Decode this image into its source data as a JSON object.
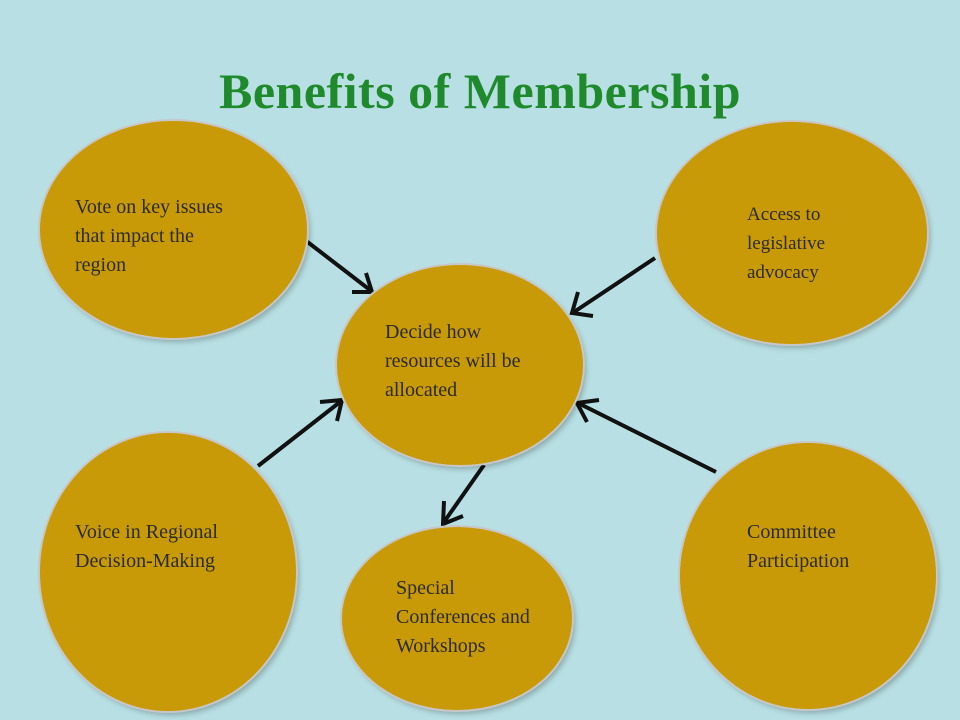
{
  "title": "Benefits of Membership",
  "colors": {
    "background": "#b8e0e4",
    "node_fill": "#c99a07",
    "title": "#1e8a2b",
    "arrow": "#111111"
  },
  "nodes": {
    "center": {
      "lines": [
        "Decide how",
        "resources will be",
        "allocated"
      ]
    },
    "vote": {
      "lines": [
        "Vote on key issues",
        "that impact the",
        "region"
      ]
    },
    "access": {
      "lines": [
        "Access to",
        "legislative",
        "advocacy"
      ]
    },
    "voice": {
      "lines": [
        "Voice in Regional",
        "Decision-Making"
      ]
    },
    "conferences": {
      "lines": [
        "Special",
        "Conferences and",
        "Workshops"
      ]
    },
    "committee": {
      "lines": [
        "Committee",
        "Participation"
      ]
    }
  }
}
